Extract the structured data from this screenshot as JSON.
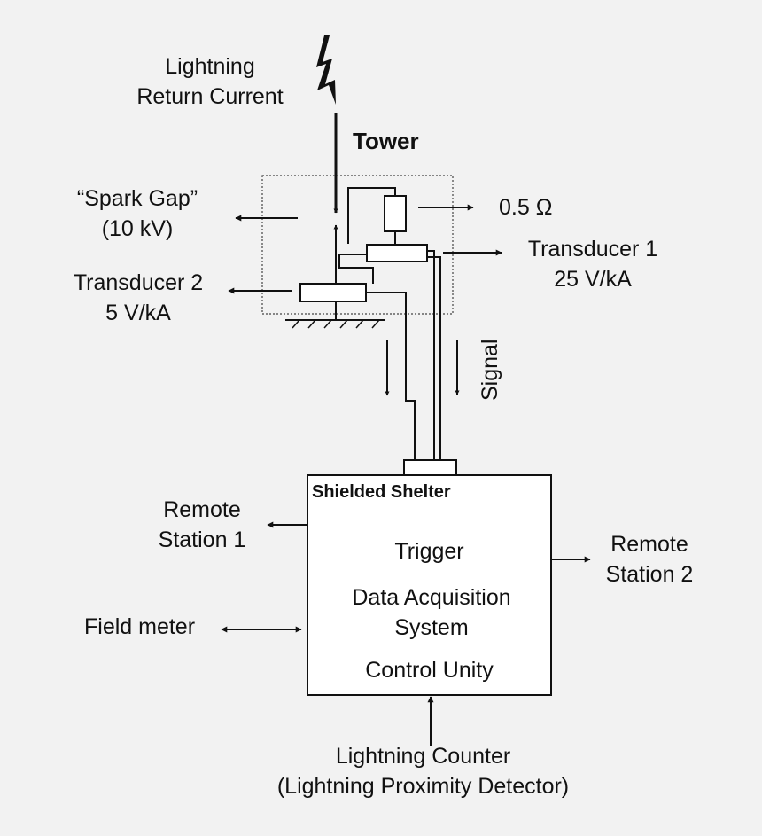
{
  "labels": {
    "lightning_line1": "Lightning",
    "lightning_line2": "Return Current",
    "tower": "Tower",
    "spark_gap_line1": "“Spark Gap”",
    "spark_gap_line2": "(10 kV)",
    "resistor": "0.5 Ω",
    "transducer1_line1": "Transducer 1",
    "transducer1_line2": "25 V/kA",
    "transducer2_line1": "Transducer 2",
    "transducer2_line2": "5 V/kA",
    "signal": "Signal",
    "shelter_title": "Shielded Shelter",
    "trigger": "Trigger",
    "daq_line1": "Data Acquisition",
    "daq_line2": "System",
    "control": "Control Unity",
    "remote1_line1": "Remote",
    "remote1_line2": "Station 1",
    "remote2_line1": "Remote",
    "remote2_line2": "Station 2",
    "field_meter": "Field meter",
    "counter_line1": "Lightning Counter",
    "counter_line2": "(Lightning Proximity Detector)"
  },
  "colors": {
    "background": "#f2f2f2",
    "ink": "#111111",
    "box_fill": "#ffffff"
  }
}
